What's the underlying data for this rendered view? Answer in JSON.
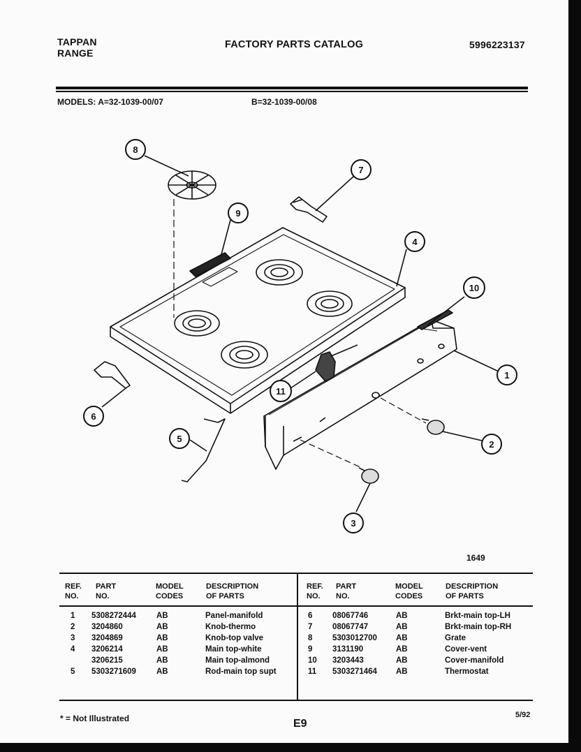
{
  "header": {
    "brand_line1": "TAPPAN",
    "brand_line2": "RANGE",
    "title": "FACTORY PARTS CATALOG",
    "catalog_number": "5996223137"
  },
  "models": {
    "label_a": "MODELS:  A=32-1039-00/07",
    "label_b": "B=32-1039-00/08"
  },
  "diagram": {
    "callouts": [
      "8",
      "7",
      "9",
      "4",
      "10",
      "1",
      "11",
      "6",
      "5",
      "2",
      "3"
    ],
    "figure_number": "1649"
  },
  "table": {
    "headers": {
      "ref": [
        "REF.",
        "NO."
      ],
      "part": [
        "PART",
        "NO."
      ],
      "model": [
        "MODEL",
        "CODES"
      ],
      "desc": [
        "DESCRIPTION",
        "OF PARTS"
      ]
    },
    "left_rows": [
      {
        "ref": "1",
        "part": "5308272444",
        "code": "AB",
        "desc": "Panel-manifold"
      },
      {
        "ref": "2",
        "part": "3204860",
        "code": "AB",
        "desc": "Knob-thermo"
      },
      {
        "ref": "3",
        "part": "3204869",
        "code": "AB",
        "desc": "Knob-top valve"
      },
      {
        "ref": "4",
        "part": "3206214",
        "code": "AB",
        "desc": "Main top-white"
      },
      {
        "ref": "",
        "part": "3206215",
        "code": "AB",
        "desc": "Main top-almond"
      },
      {
        "ref": "5",
        "part": "5303271609",
        "code": "AB",
        "desc": "Rod-main top supt"
      }
    ],
    "right_rows": [
      {
        "ref": "6",
        "part": "08067746",
        "code": "AB",
        "desc": "Brkt-main top-LH"
      },
      {
        "ref": "7",
        "part": "08067747",
        "code": "AB",
        "desc": "Brkt-main top-RH"
      },
      {
        "ref": "8",
        "part": "5303012700",
        "code": "AB",
        "desc": "Grate"
      },
      {
        "ref": "9",
        "part": "3131190",
        "code": "AB",
        "desc": "Cover-vent"
      },
      {
        "ref": "10",
        "part": "3203443",
        "code": "AB",
        "desc": "Cover-manifold"
      },
      {
        "ref": "11",
        "part": "5303271464",
        "code": "AB",
        "desc": "Thermostat"
      }
    ]
  },
  "footer": {
    "note": "* = Not Illustrated",
    "page_code": "E9",
    "date": "5/92"
  }
}
